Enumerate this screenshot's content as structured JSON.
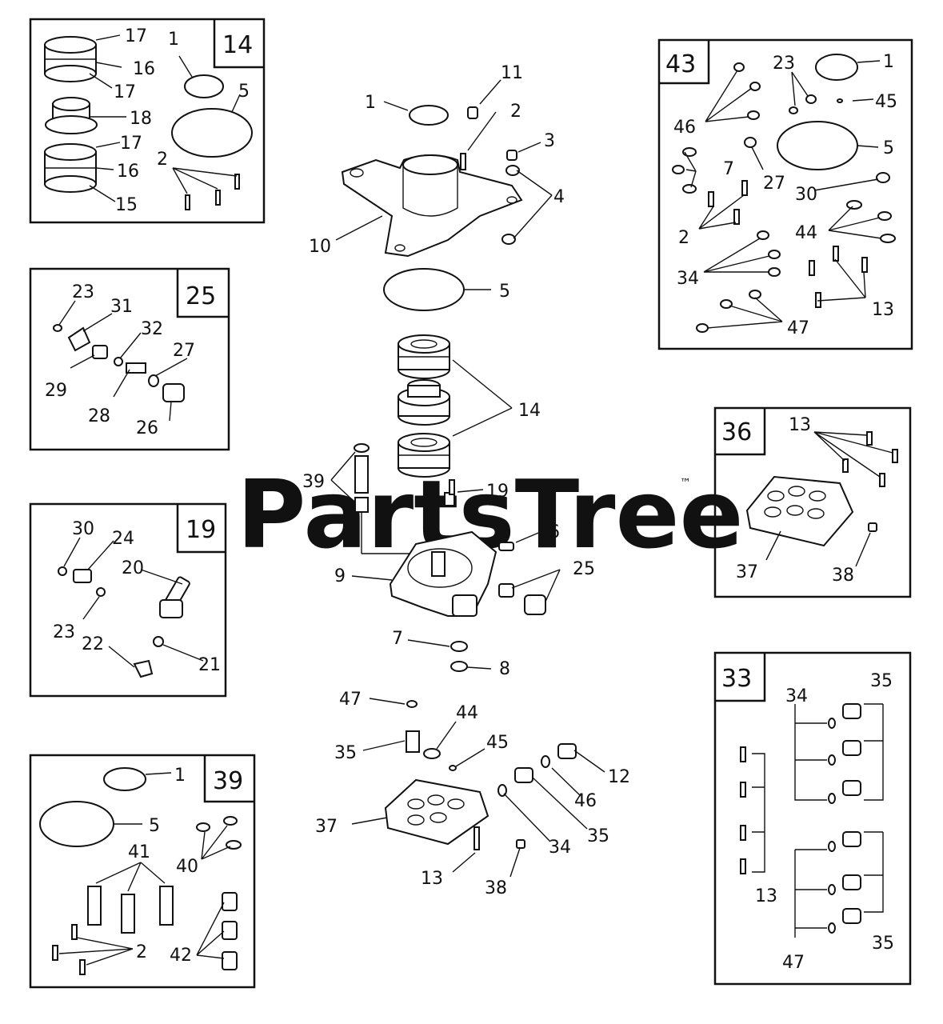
{
  "watermark": "PartsTree",
  "watermark_tm": "™",
  "callouts": {
    "main": [
      "11",
      "1",
      "2",
      "3",
      "4",
      "10",
      "5",
      "14",
      "39",
      "19",
      "6",
      "9",
      "25",
      "7",
      "8",
      "47",
      "44",
      "45",
      "35",
      "12",
      "46",
      "37",
      "35",
      "34",
      "38",
      "13"
    ],
    "kit14": [
      "14",
      "17",
      "16",
      "17",
      "18",
      "17",
      "16",
      "15",
      "1",
      "5",
      "2"
    ],
    "kit25": [
      "25",
      "23",
      "31",
      "32",
      "27",
      "29",
      "28",
      "26"
    ],
    "kit19": [
      "19",
      "30",
      "24",
      "20",
      "23",
      "22",
      "21"
    ],
    "kit39": [
      "39",
      "1",
      "5",
      "41",
      "40",
      "2",
      "42"
    ],
    "kit43": [
      "43",
      "23",
      "1",
      "45",
      "46",
      "5",
      "7",
      "27",
      "30",
      "2",
      "44",
      "34",
      "13",
      "47"
    ],
    "kit36": [
      "36",
      "13",
      "37",
      "38"
    ],
    "kit33": [
      "33",
      "34",
      "35",
      "13",
      "47",
      "35"
    ]
  }
}
